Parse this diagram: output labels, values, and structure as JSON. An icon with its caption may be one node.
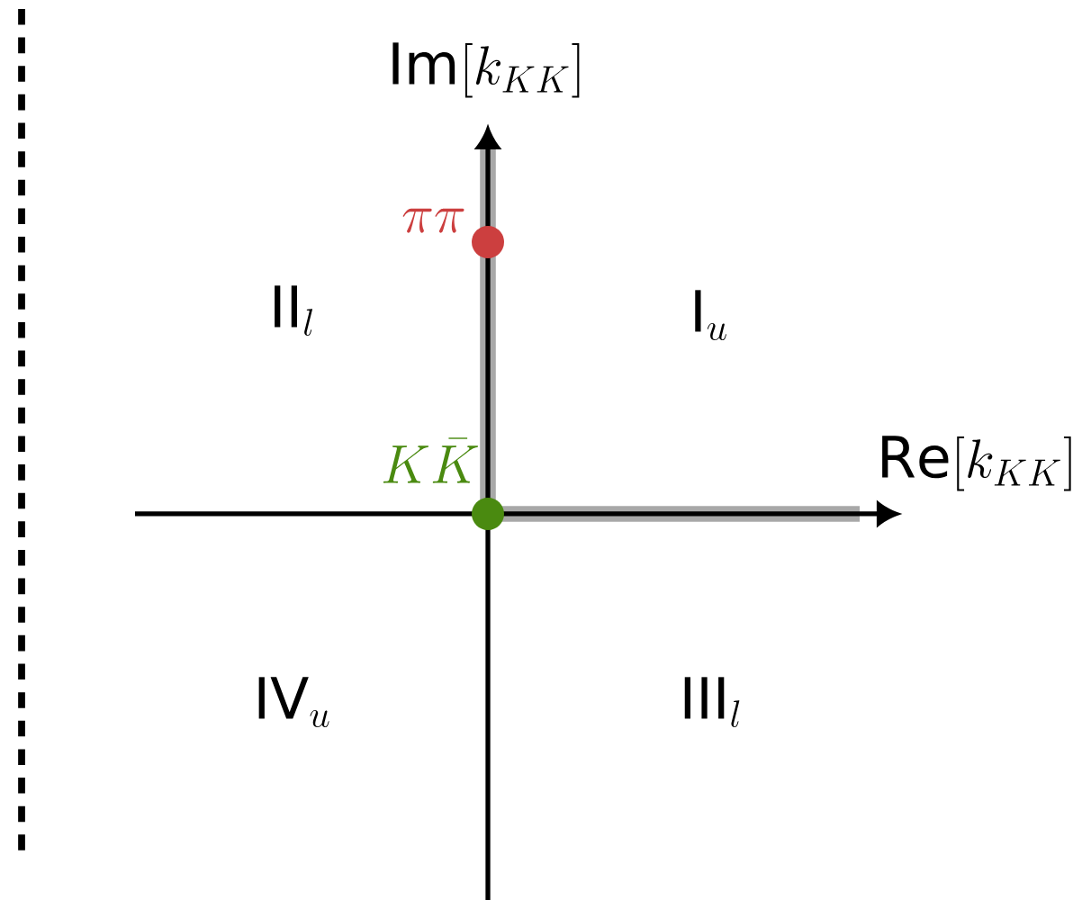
{
  "diagram": {
    "labels": [
      "\\mathrm{Im}[k_{KK}]",
      "\\pi\\pi",
      "\\mathrm{II}_{l}",
      "\\mathrm{I}_{u}",
      "K\\bar{K}",
      "\\mathrm{Re}[k_{KK}]",
      "\\mathrm{IV}_{u}",
      "\\mathrm{III}_{l}"
    ]
  }
}
